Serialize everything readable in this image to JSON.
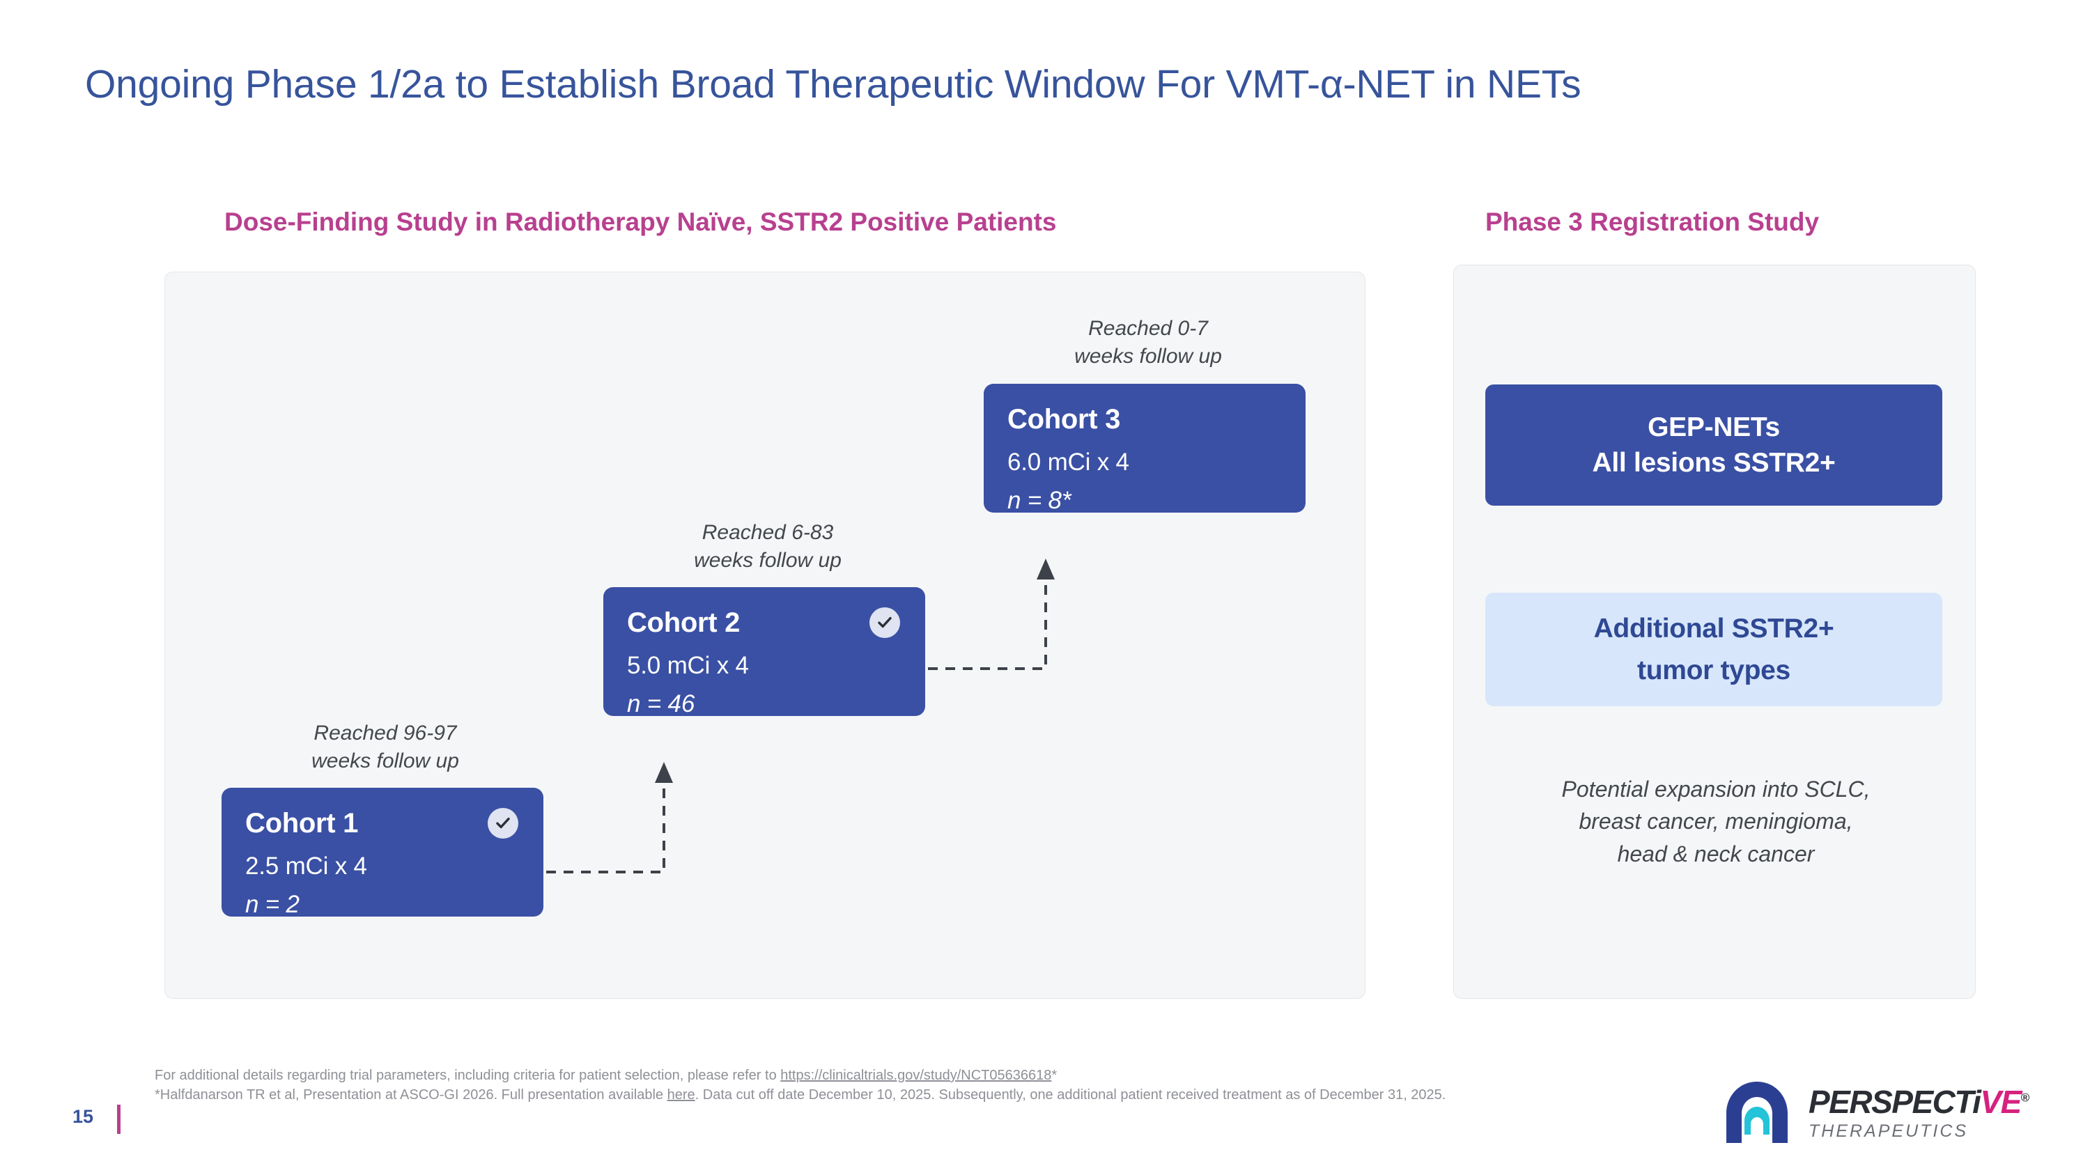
{
  "slide": {
    "title": "Ongoing Phase 1/2a to Establish Broad Therapeutic Window For VMT-α-NET in NETs",
    "page_number": "15",
    "accent_blue": "#37549b",
    "accent_magenta": "#b8408f",
    "card_blue": "#3a50a4",
    "light_blue": "#d7e6fa",
    "panel_grey": "#f5f6f7"
  },
  "left_panel": {
    "heading": "Dose-Finding Study in Radiotherapy Naïve, SSTR2 Positive Patients",
    "cohorts": [
      {
        "title": "Cohort 1",
        "dose": "2.5 mCi x 4",
        "n": "n = 2",
        "completed": true,
        "followup_line1": "Reached 96-97",
        "followup_line2": "weeks follow up"
      },
      {
        "title": "Cohort 2",
        "dose": "5.0 mCi x 4",
        "n": "n = 46",
        "completed": true,
        "followup_line1": "Reached 6-83",
        "followup_line2": "weeks follow up"
      },
      {
        "title": "Cohort 3",
        "dose": "6.0 mCi x 4",
        "n": "n = 8*",
        "completed": false,
        "followup_line1": "Reached 0-7",
        "followup_line2": "weeks follow up"
      }
    ]
  },
  "right_panel": {
    "heading": "Phase 3 Registration Study",
    "primary_box": {
      "line1": "GEP-NETs",
      "line2": "All lesions SSTR2+"
    },
    "secondary_box": {
      "line1": "Additional SSTR2+",
      "line2": "tumor types"
    },
    "expansion_note_line1": "Potential expansion into SCLC,",
    "expansion_note_line2": "breast cancer, meningioma,",
    "expansion_note_line3": "head & neck cancer"
  },
  "footer": {
    "line1_prefix": "For additional details regarding trial parameters, including criteria for patient selection, please refer to ",
    "line1_link": "https://clinicaltrials.gov/study/NCT05636618",
    "line1_suffix": "*",
    "line2_prefix": "*Halfdanarson TR et al, Presentation at ASCO-GI 2026. Full presentation available ",
    "line2_link": "here",
    "line2_suffix": ". Data cut off date December 10, 2025. Subsequently, one additional patient received treatment as of December 31, 2025."
  },
  "brand": {
    "name_main": "PERSPECT",
    "name_i": "i",
    "name_ve": "VE",
    "registered": "®",
    "subtitle": "THERAPEUTICS"
  }
}
